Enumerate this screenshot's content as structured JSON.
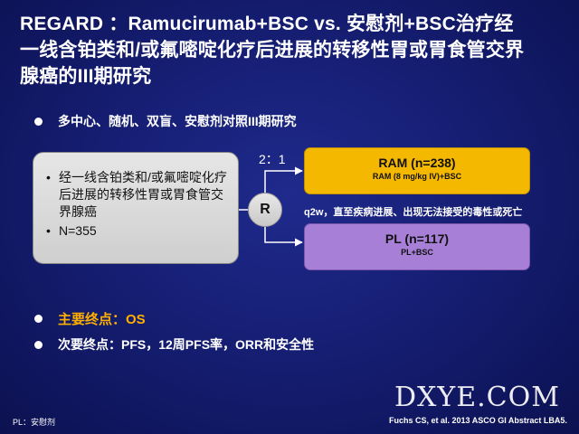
{
  "title": {
    "line1": "REGARD ：Ramucirumab+BSC vs. 安慰剂+BSC治疗经",
    "line2": "一线含铂类和/或氟嘧啶化疗后进展的转移性胃或胃食管交界",
    "line3": "腺癌的III期研究"
  },
  "design_bullet": "多中心、随机、双盲、安慰剂对照III期研究",
  "population": {
    "items": [
      "经一线含铂类和/或氟嘧啶化疗后进展的转移性胃或胃食管交界腺癌",
      "N=355"
    ]
  },
  "randomization": {
    "ratio": "2：1",
    "label": "R"
  },
  "arms": [
    {
      "title": "RAM (n=238)",
      "detail": "RAM (8 mg/kg IV)+BSC",
      "color": "#f5b800"
    },
    {
      "title": "PL (n=117)",
      "detail": "PL+BSC",
      "color": "#a77fd6"
    }
  ],
  "schedule_note": "q2w，直至疾病进展、出现无法接受的毒性或死亡",
  "endpoints": {
    "primary": "主要终点：OS",
    "primary_color": "#ffb000",
    "secondary": "次要终点：PFS，12周PFS率，ORR和安全性"
  },
  "footer": {
    "left": "PL：安慰剂",
    "right": "Fuchs CS, et al. 2013 ASCO GI Abstract LBA5."
  },
  "watermark": "DXYE.COM"
}
